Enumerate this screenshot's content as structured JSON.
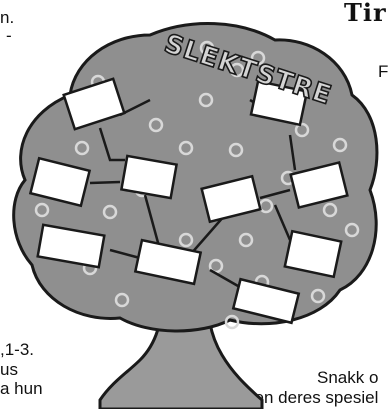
{
  "page": {
    "heading": "Tir",
    "left_fragments": [
      "n.",
      "-",
      ",1-3.",
      "us",
      "a hun"
    ],
    "right_fragments": [
      "F",
      "Snakk o",
      "lien deres spesiel"
    ]
  },
  "illustration": {
    "banner_text": "SLEKTSTRE",
    "colors": {
      "foliage": "#8f8f8f",
      "trunk": "#9a9a9a",
      "outline": "#1a1a1a",
      "box": "#ffffff"
    }
  }
}
